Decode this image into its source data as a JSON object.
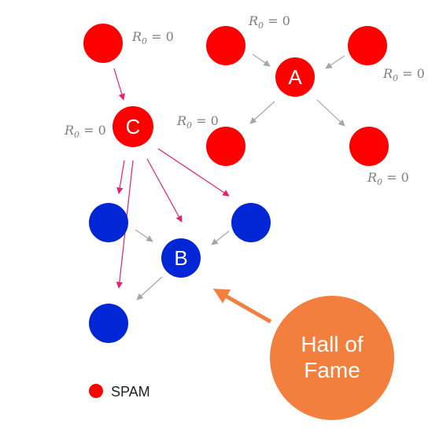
{
  "colors": {
    "spam": "#ff0000",
    "hub": "#0026d6",
    "spam_edge": "#e8206e",
    "neutral_edge": "#a6a6a6",
    "hall_of_fame": "#f27f3d"
  },
  "nodes": {
    "a": "A",
    "b": "B",
    "c": "C"
  },
  "annotations": {
    "r0_symbol": "R",
    "r0_subscript": "0",
    "r0_rest": " = 0"
  },
  "callout": {
    "line1": "Hall of",
    "line2": "Fame"
  },
  "legend": {
    "spam_label": "SPAM"
  }
}
